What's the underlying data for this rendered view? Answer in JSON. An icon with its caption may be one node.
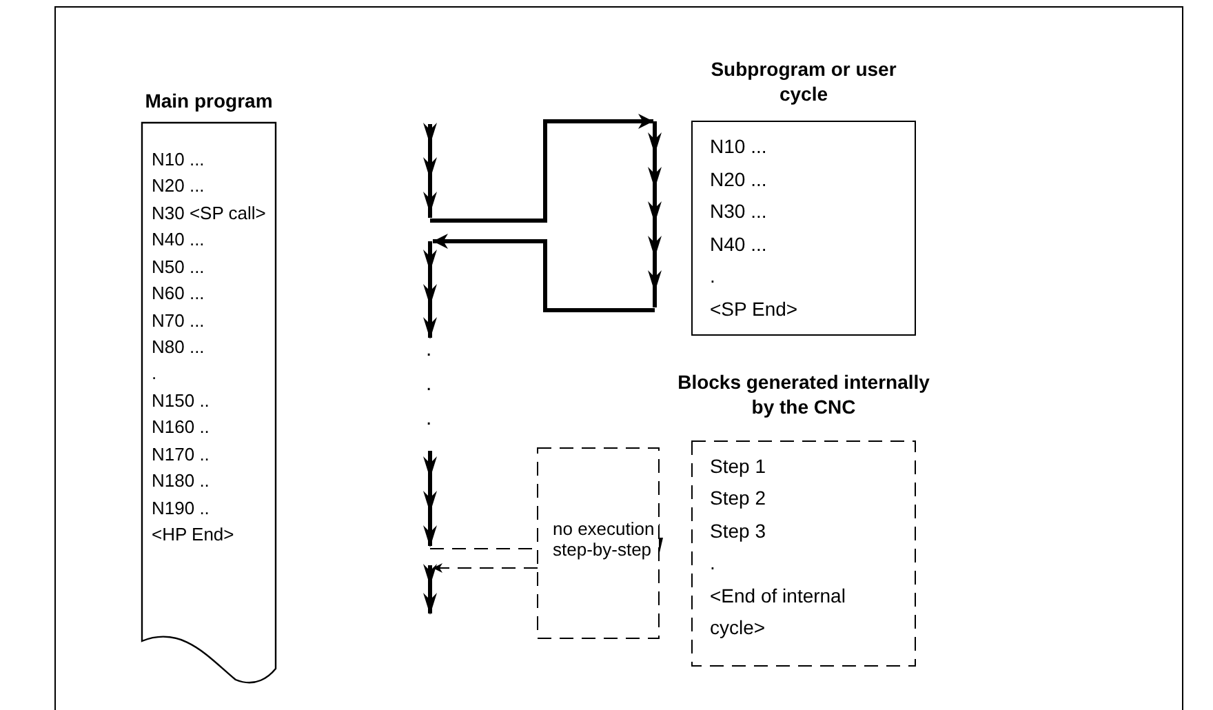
{
  "diagram": {
    "nodes": [
      {
        "text": [
          "Main program",
          "N10 ...",
          "N20 ...",
          "N30 <SP call>",
          "N40 ...",
          "N50 ...",
          "N60 ...",
          "N70 ...",
          "N80 ...",
          ".",
          "N150 ..",
          "N160 ..",
          "N170 ..",
          "N180 ..",
          "N190 ..",
          "<HP End>"
        ]
      },
      {
        "text": [
          "Subprogram or user cycle",
          "N10 ...",
          "N20 ...",
          "N30 ...",
          "N40 ...",
          ".",
          "<SP End>"
        ]
      },
      {
        "text": [
          "Blocks generated internally by the CNC",
          "Step 1",
          "Step 2",
          "Step 3",
          ".",
          "<End of internal cycle>"
        ]
      },
      {
        "text": [
          "no execution step-by-step"
        ]
      },
      {
        "text": [],
        "shape": "arrow"
      },
      {
        "text": [],
        "shape": "arrow"
      },
      {
        "text": [],
        "shape": "arrow"
      },
      {
        "text": [],
        "shape": "arrow"
      },
      {
        "text": [],
        "shape": "arrow"
      }
    ],
    "edges": [
      {
        "from": 4,
        "to": 5,
        "arrow": "to",
        "style": "thick"
      },
      {
        "from": 5,
        "to": 6,
        "arrow": "to",
        "style": "thick"
      },
      {
        "from": 7,
        "to": 3,
        "arrow": "none",
        "style": "dashed"
      },
      {
        "from": 3,
        "to": 8,
        "arrow": "to",
        "style": "dashed"
      }
    ],
    "labels": [
      ".",
      ".",
      "."
    ]
  }
}
